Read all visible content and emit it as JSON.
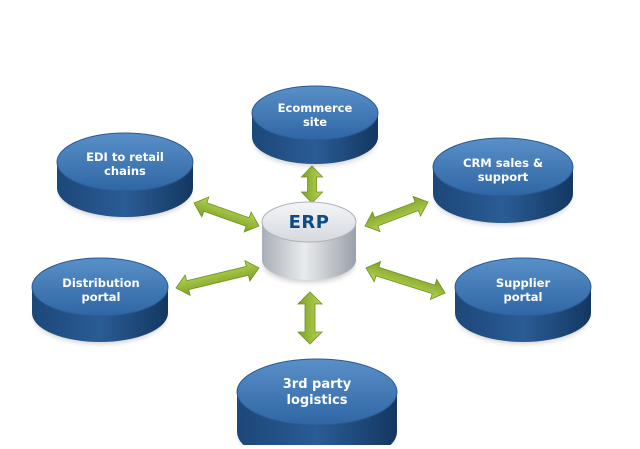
{
  "diagram": {
    "hub": {
      "label": "ERP"
    },
    "nodes": [
      {
        "id": "ecommerce",
        "label": "Ecommerce\nsite"
      },
      {
        "id": "edi",
        "label": "EDI to retail\nchains"
      },
      {
        "id": "crm",
        "label": "CRM sales &\nsupport"
      },
      {
        "id": "distribution",
        "label": "Distribution\nportal"
      },
      {
        "id": "supplier",
        "label": "Supplier\nportal"
      },
      {
        "id": "logistics",
        "label": "3rd party\nlogistics"
      }
    ],
    "colors": {
      "node_top": "#3d76b4",
      "node_side": "#173f6c",
      "hub_top": "#e6e8ec",
      "hub_side": "#b7bcc4",
      "hub_text": "#0f4a86",
      "arrow": "#96bb32"
    }
  }
}
